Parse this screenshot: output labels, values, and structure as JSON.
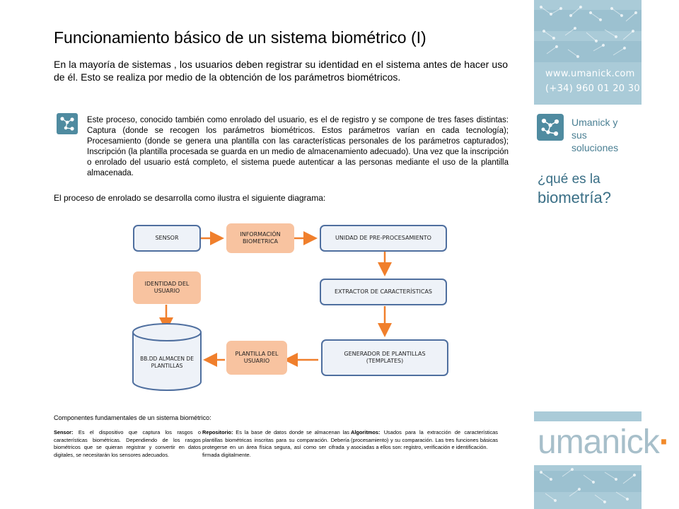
{
  "slide": {
    "title": "Funcionamiento básico de un sistema biométrico (I)",
    "intro": "En la mayoría de sistemas , los usuarios deben registrar su identidad en el sistema antes de hacer uso de él. Esto se realiza por medio de la obtención de los parámetros biométricos.",
    "process_text": "Este proceso, conocido también como enrolado del usuario, es el de registro y se compone de tres fases distintas: Captura (donde se recogen los parámetros biométricos. Estos parámetros varían en cada tecnología); Procesamiento (donde se genera una plantilla con las características personales de los parámetros capturados); Inscripción (la plantilla procesada se guarda en un medio de almacenamiento adecuado). Una vez que la inscripción o enrolado del usuario está completo, el sistema puede autenticar a las personas mediante el uso de la plantilla almacenada.",
    "diagram_intro": "El proceso de enrolado se desarrolla como ilustra el siguiente diagrama:"
  },
  "diagram": {
    "sensor": "SENSOR",
    "info": "INFORMACIÓN BIOMETRICA",
    "preproc": "UNIDAD DE PRE-PROCESAMIENTO",
    "identity": "IDENTIDAD DEL USUARIO",
    "extractor": "EXTRACTOR DE CARACTERÍSTICAS",
    "db": "BB.DD ALMACEN DE PLANTILLAS",
    "template_user": "PLANTILLA DEL USUARIO",
    "generator": "GENERADOR DE PLANTILLAS (TEMPLATES)",
    "colors": {
      "blue_border": "#4f6f9f",
      "blue_fill": "#eef2f8",
      "orange_fill": "#f8c3a0",
      "arrow": "#f07f2c"
    }
  },
  "components": {
    "title": "Componentes fundamentales de un sistema biométrico:",
    "sensor_label": "Sensor:",
    "sensor_text": "Es el dispositivo que captura los rasgos o características biométricas. Dependiendo de los rasgos biométricos que se quieran registrar y convertir en datos digitales, se necesitarán los sensores adecuados.",
    "repo_label": "Repositorio:",
    "repo_text": "Es la base de datos donde se almacenan las plantillas biométricas inscritas para su comparación. Debería protegerse en un área física segura, así como ser cifrada y firmada digitalmente.",
    "algo_label": "Algoritmos:",
    "algo_text": "Usados para la extracción de características (procesamiento) y su comparación. Las tres funciones básicas asociadas a ellos son: registro, verificación e identificación."
  },
  "sidebar": {
    "website": "www.umanick.com",
    "phone": "(+34) 960 01 20 30",
    "link_label": "Umanick y sus soluciones",
    "question_line1": "¿qué es la",
    "question_line2": "biometría?",
    "logo_main": "umanick",
    "logo_tail": "·",
    "icon": "constellation-icon",
    "accent": "#3a6f86"
  }
}
